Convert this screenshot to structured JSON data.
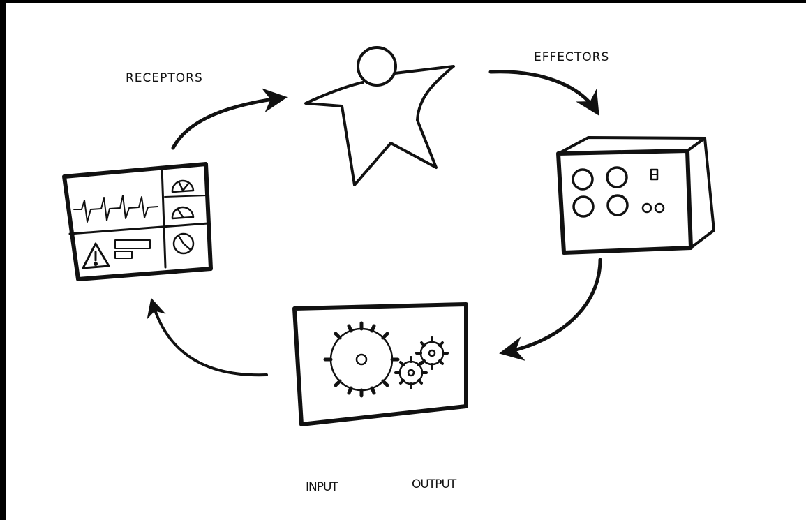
{
  "labels": {
    "receptors": "RECEPTORS",
    "effectors": "EFFECTORS",
    "input": "INPUT",
    "output": "OUTPUT"
  },
  "colors": {
    "ink": "#111111",
    "paper": "#ffffff",
    "frame": "#000000"
  },
  "icons": [
    "person-icon",
    "monitor-dashboard-icon",
    "control-box-icon",
    "gears-panel-icon",
    "warning-icon",
    "waveform-icon",
    "gauge-icon"
  ]
}
